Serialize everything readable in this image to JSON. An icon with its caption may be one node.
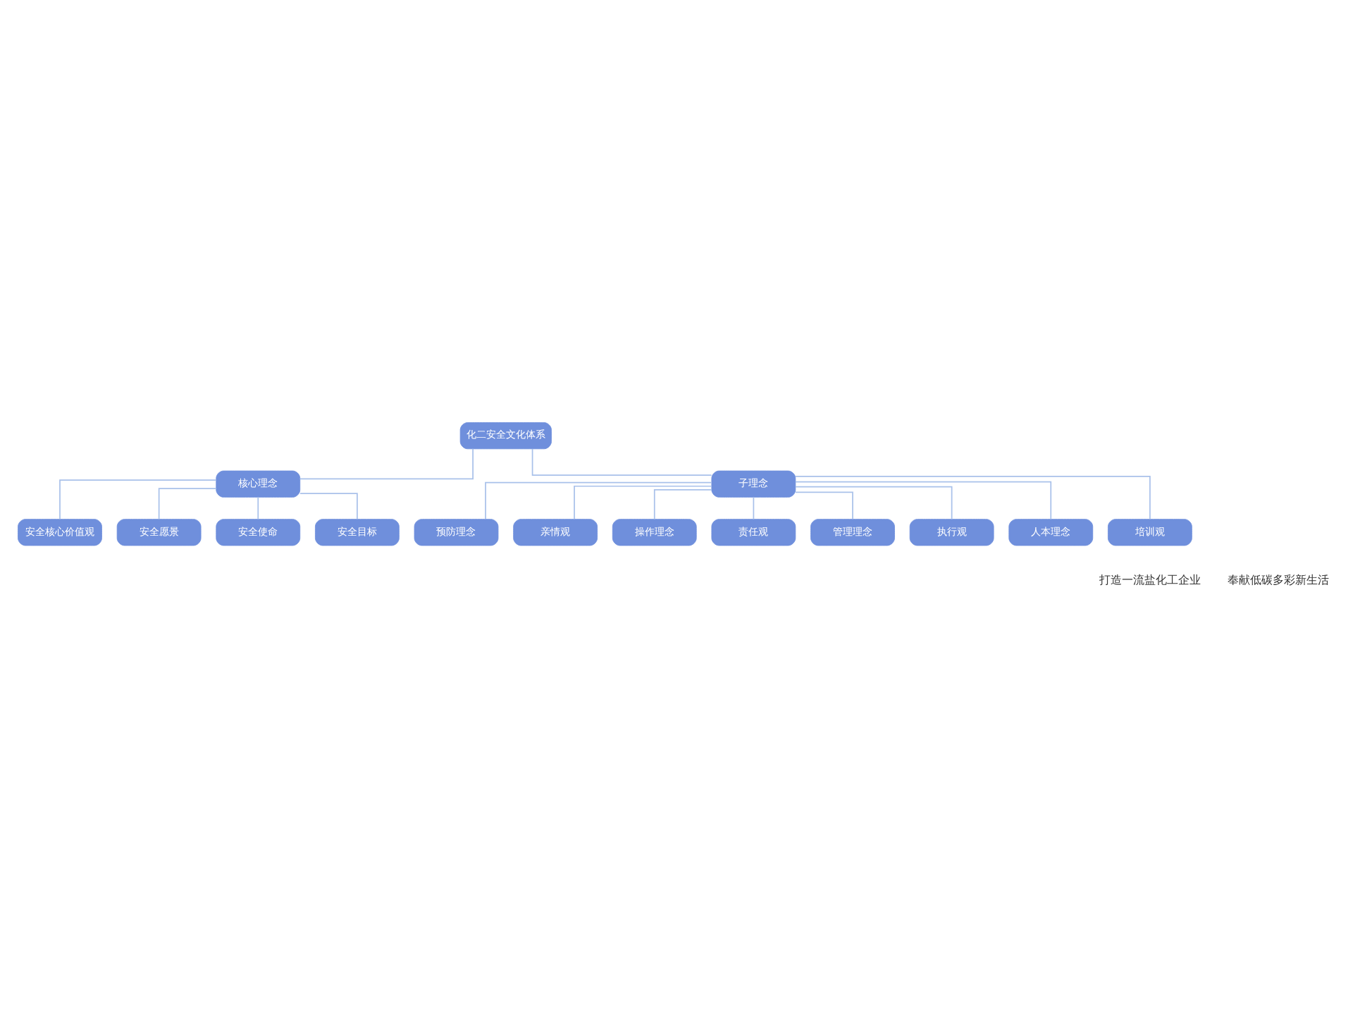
{
  "diagram": {
    "nodes": [
      {
        "text": [
          "化二安全文化体系"
        ]
      },
      {
        "text": [
          "核心理念"
        ]
      },
      {
        "text": [
          "子理念"
        ]
      },
      {
        "text": [
          "安全核心价值观"
        ]
      },
      {
        "text": [
          "安全愿景"
        ]
      },
      {
        "text": [
          "安全使命"
        ]
      },
      {
        "text": [
          "安全目标"
        ]
      },
      {
        "text": [
          "预防理念"
        ]
      },
      {
        "text": [
          "亲情观"
        ]
      },
      {
        "text": [
          "操作理念"
        ]
      },
      {
        "text": [
          "责任观"
        ]
      },
      {
        "text": [
          "管理理念"
        ]
      },
      {
        "text": [
          "执行观"
        ]
      },
      {
        "text": [
          "人本理念"
        ]
      },
      {
        "text": [
          "培训观"
        ]
      }
    ],
    "edges": [
      {
        "from": 0,
        "to": 1,
        "arrow": "none"
      },
      {
        "from": 0,
        "to": 2,
        "arrow": "none"
      },
      {
        "from": 1,
        "to": 3,
        "arrow": "none"
      },
      {
        "from": 1,
        "to": 4,
        "arrow": "none"
      },
      {
        "from": 1,
        "to": 5,
        "arrow": "none"
      },
      {
        "from": 1,
        "to": 6,
        "arrow": "none"
      },
      {
        "from": 2,
        "to": 7,
        "arrow": "none"
      },
      {
        "from": 2,
        "to": 8,
        "arrow": "none"
      },
      {
        "from": 2,
        "to": 9,
        "arrow": "none"
      },
      {
        "from": 2,
        "to": 10,
        "arrow": "none"
      },
      {
        "from": 2,
        "to": 11,
        "arrow": "none"
      },
      {
        "from": 2,
        "to": 12,
        "arrow": "none"
      },
      {
        "from": 2,
        "to": 13,
        "arrow": "none"
      },
      {
        "from": 2,
        "to": 14,
        "arrow": "none"
      }
    ],
    "labels": [
      "打造一流盐化工企业",
      "奉献低碳多彩新生活"
    ]
  }
}
